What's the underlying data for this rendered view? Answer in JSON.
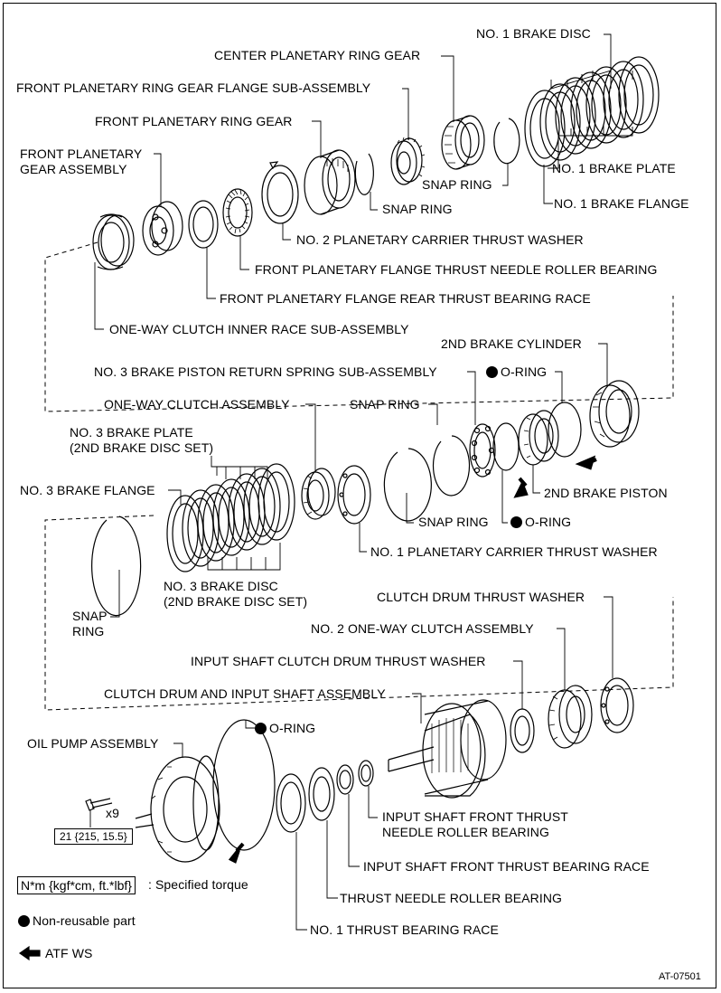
{
  "labels": {
    "no1_brake_disc": "NO. 1 BRAKE DISC",
    "center_planetary_ring_gear": "CENTER PLANETARY RING GEAR",
    "front_planetary_ring_gear_flange": "FRONT PLANETARY RING GEAR FLANGE SUB-ASSEMBLY",
    "front_planetary_ring_gear": "FRONT PLANETARY RING GEAR",
    "front_planetary_gear_assembly": "FRONT PLANETARY\nGEAR ASSEMBLY",
    "no1_brake_plate": "NO. 1 BRAKE PLATE",
    "snap_ring_1": "SNAP RING",
    "no1_brake_flange": "NO. 1 BRAKE FLANGE",
    "snap_ring_2": "SNAP RING",
    "no2_planetary_carrier_thrust_washer": "NO. 2 PLANETARY CARRIER THRUST WASHER",
    "front_planetary_flange_thrust_needle_roller_bearing": "FRONT PLANETARY FLANGE THRUST NEEDLE ROLLER BEARING",
    "front_planetary_flange_rear_thrust_bearing_race": "FRONT PLANETARY FLANGE REAR THRUST BEARING RACE",
    "one_way_clutch_inner_race": "ONE-WAY CLUTCH INNER RACE SUB-ASSEMBLY",
    "second_brake_cylinder": "2ND BRAKE CYLINDER",
    "no3_brake_piston_return_spring": "NO. 3 BRAKE PISTON RETURN SPRING SUB-ASSEMBLY",
    "o_ring_1": "O-RING",
    "one_way_clutch_assembly": "ONE-WAY CLUTCH ASSEMBLY",
    "snap_ring_3": "SNAP RING",
    "no3_brake_plate": "NO. 3 BRAKE PLATE\n(2ND BRAKE DISC SET)",
    "no3_brake_flange": "NO. 3 BRAKE FLANGE",
    "second_brake_piston": "2ND BRAKE PISTON",
    "snap_ring_4": "SNAP RING",
    "o_ring_2": "O-RING",
    "no1_planetary_carrier_thrust_washer": "NO. 1 PLANETARY CARRIER THRUST WASHER",
    "no3_brake_disc": "NO. 3 BRAKE DISC\n(2ND BRAKE DISC SET)",
    "clutch_drum_thrust_washer": "CLUTCH DRUM THRUST WASHER",
    "snap_ring_5": "SNAP\nRING",
    "no2_one_way_clutch_assembly": "NO. 2 ONE-WAY CLUTCH ASSEMBLY",
    "input_shaft_clutch_drum_thrust_washer": "INPUT SHAFT CLUTCH DRUM THRUST WASHER",
    "clutch_drum_and_input_shaft": "CLUTCH DRUM AND INPUT SHAFT ASSEMBLY",
    "o_ring_3": "O-RING",
    "oil_pump_assembly": "OIL PUMP ASSEMBLY",
    "bolt_qty": "x9",
    "input_shaft_front_thrust_needle_roller_bearing": "INPUT SHAFT FRONT THRUST\nNEEDLE ROLLER BEARING",
    "input_shaft_front_thrust_bearing_race": "INPUT SHAFT FRONT THRUST BEARING RACE",
    "thrust_needle_roller_bearing": "THRUST NEEDLE ROLLER BEARING",
    "no1_thrust_bearing_race": "NO. 1 THRUST BEARING RACE"
  },
  "torque_value": "21 {215, 15.5}",
  "legend": {
    "torque_unit": "N*m {kgf*cm, ft.*lbf}",
    "torque_desc": ": Specified torque",
    "non_reusable": "Non-reusable part",
    "atf": "ATF WS"
  },
  "figure_id": "AT-07501"
}
